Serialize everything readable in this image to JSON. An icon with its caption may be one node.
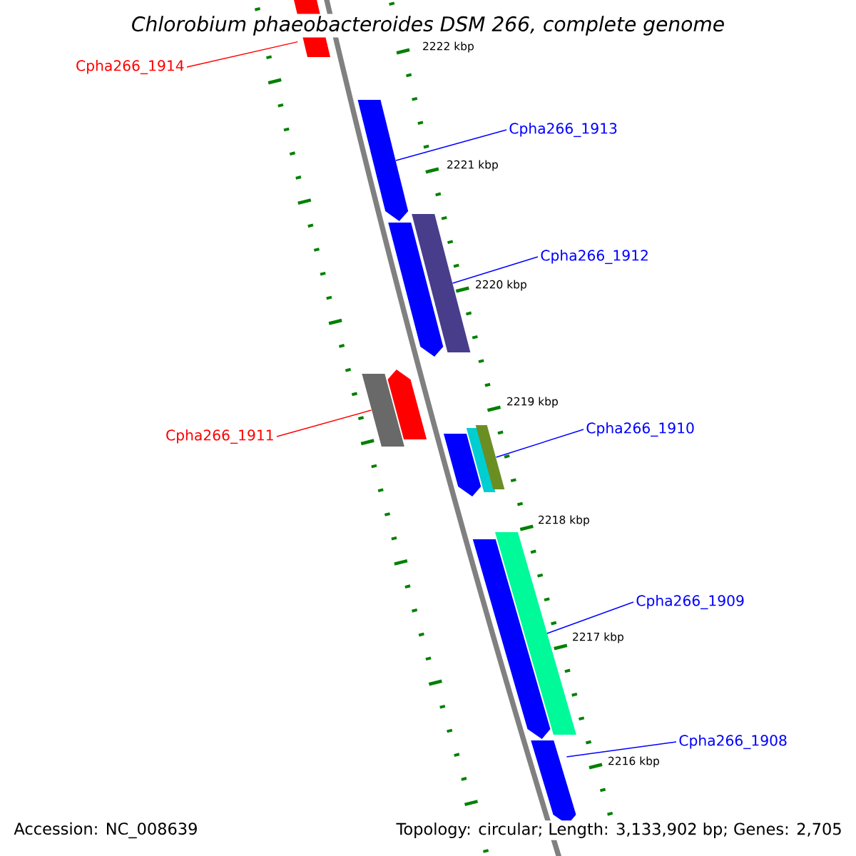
{
  "diagram": {
    "title": "Chlorobium phaeobacteroides DSM 266, complete genome",
    "nodes": [
      {
        "text": [
          "Cpha266_1914"
        ]
      },
      {
        "text": [
          "Cpha266_1913"
        ]
      },
      {
        "text": [
          "Cpha266_1912"
        ]
      },
      {
        "text": [
          "Cpha266_1911"
        ]
      },
      {
        "text": [
          "Cpha266_1910"
        ]
      },
      {
        "text": [
          "Cpha266_1909"
        ]
      },
      {
        "text": [
          "Cpha266_1908"
        ]
      },
      {
        "text": [],
        "shape": "arrow"
      },
      {
        "text": [],
        "shape": "arrow"
      },
      {
        "text": [],
        "shape": "arrow"
      },
      {
        "text": [],
        "shape": "arrow"
      },
      {
        "text": [],
        "shape": "arrow"
      },
      {
        "text": [],
        "shape": "arrow"
      },
      {
        "text": [],
        "shape": "arrow"
      },
      {
        "text": [],
        "shape": "arrow"
      },
      {
        "text": [],
        "shape": "arrow"
      },
      {
        "text": [],
        "shape": "arrow"
      },
      {
        "text": [],
        "shape": "arrow"
      },
      {
        "text": [],
        "shape": "arrow"
      }
    ],
    "edges": [
      {
        "from": 0,
        "to": 7,
        "arrow": "none",
        "color": "#ff0000"
      },
      {
        "from": 1,
        "to": 8,
        "arrow": "none"
      },
      {
        "from": 2,
        "to": 9,
        "arrow": "none"
      },
      {
        "from": 3,
        "to": 11,
        "arrow": "none",
        "color": "#ff0000"
      },
      {
        "from": 4,
        "to": 15,
        "arrow": "none"
      },
      {
        "from": 5,
        "to": 16,
        "arrow": "none"
      },
      {
        "from": 6,
        "to": 18,
        "arrow": "none"
      }
    ],
    "labels": [
      "2222 kbp",
      "2221 kbp",
      "2220 kbp",
      "2219 kbp",
      "2218 kbp",
      "2217 kbp",
      "2216 kbp",
      "Accession: NC_008639",
      "Topology: circular; Length: 3,133,902 bp; Genes: 2,705"
    ]
  }
}
